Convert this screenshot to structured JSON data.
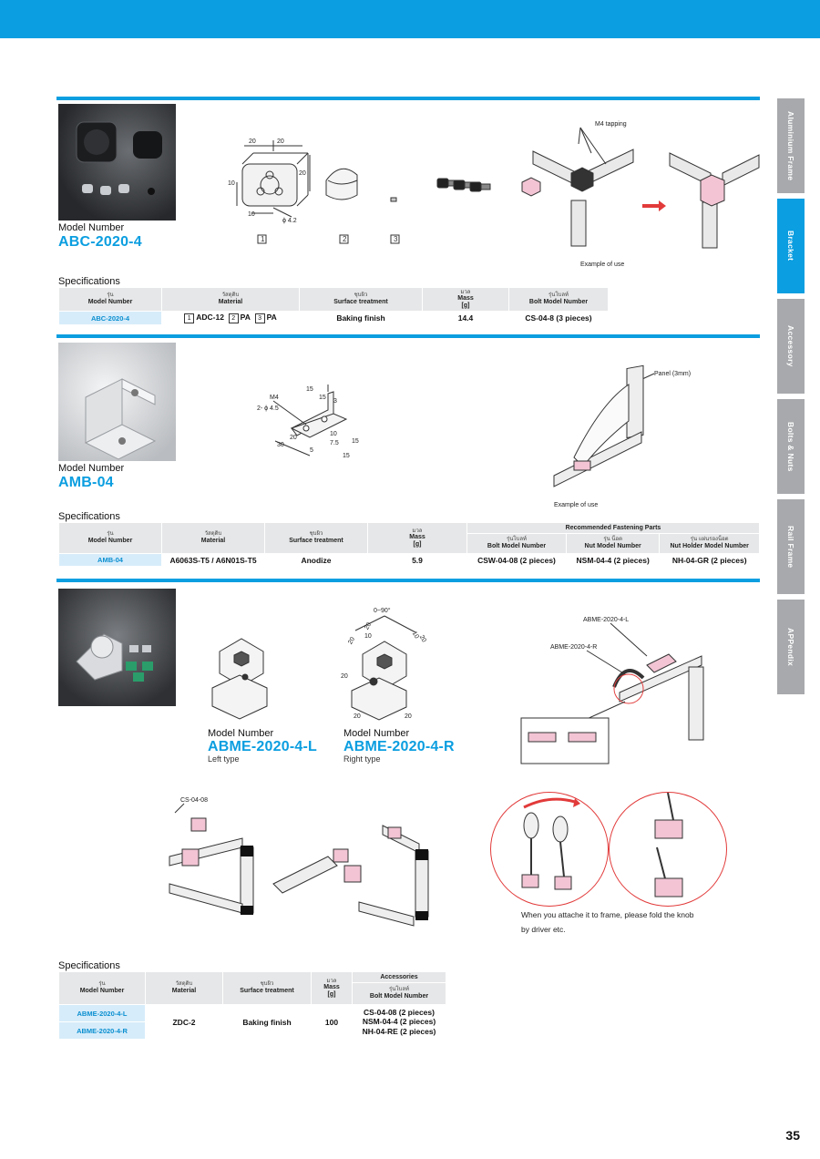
{
  "side_tabs": [
    "Aluminium Frame",
    "Bracket",
    "Accessory",
    "Bolts & Nuts",
    "Rail Frame",
    "APPendix"
  ],
  "active_tab_index": 1,
  "section1": {
    "model_label": "Model Number",
    "model": "ABC-2020-4",
    "part_marks": [
      "1",
      "2",
      "3"
    ],
    "dims": [
      "20",
      "20",
      "20",
      "10",
      "10",
      "ϕ 4.2"
    ],
    "callout": "M4 tapping",
    "example": "Example of use",
    "spec_title": "Specifications",
    "headers": {
      "model_th": "รุ่น",
      "model_en": "Model Number",
      "material_th": "วัสดุดิบ",
      "material_en": "Material",
      "surface_th": "ชุบผิว",
      "surface_en": "Surface treatment",
      "mass_th": "มวล",
      "mass_en": "Mass",
      "mass_unit": "[g]",
      "bolt_th": "รุ่นโบลท์",
      "bolt_en": "Bolt Model Number"
    },
    "row": {
      "model": "ABC-2020-4",
      "material_1": "ADC-12",
      "material_2": "PA",
      "material_3": "PA",
      "surface": "Baking finish",
      "mass": "14.4",
      "bolt": "CS-04-8 (3 pieces)"
    }
  },
  "section2": {
    "model_label": "Model Number",
    "model": "AMB-04",
    "dims": [
      "M4",
      "2- ϕ 4.5",
      "15",
      "15",
      "3",
      "10",
      "7.5",
      "15",
      "15",
      "20",
      "30",
      "5"
    ],
    "callout": "Panel (3mm)",
    "example": "Example of use",
    "spec_title": "Specifications",
    "headers": {
      "model_th": "รุ่น",
      "model_en": "Model Number",
      "material_th": "วัสดุดิบ",
      "material_en": "Material",
      "surface_th": "ชุบผิว",
      "surface_en": "Surface treatment",
      "mass_th": "มวล",
      "mass_en": "Mass",
      "mass_unit": "[g]",
      "group": "Recommended Fastening Parts",
      "bolt_th": "รุ่นโบลท์",
      "bolt_en": "Bolt Model Number",
      "nut_th": "รุ่น น็อต",
      "nut_en": "Nut Model Number",
      "holder_th": "รุ่น แผ่นรองน็อต",
      "holder_en": "Nut Holder Model Number"
    },
    "row": {
      "model": "AMB-04",
      "material": "A6063S-T5 / A6N01S-T5",
      "surface": "Anodize",
      "mass": "5.9",
      "bolt": "CSW-04-08 (2 pieces)",
      "nut": "NSM-04-4 (2 pieces)",
      "holder": "NH-04-GR (2 pieces)"
    }
  },
  "section3": {
    "left_label": "Model Number",
    "left_model": "ABME-2020-4-L",
    "left_type": "Left type",
    "right_label": "Model Number",
    "right_model": "ABME-2020-4-R",
    "right_type": "Right type",
    "dims": [
      "0~90°",
      "20",
      "20",
      "10",
      "10",
      "20",
      "20",
      "20",
      "20"
    ],
    "callout_l": "ABME-2020-4-L",
    "callout_r": "ABME-2020-4-R",
    "callout_cs": "CS-04-08",
    "note_1": "When you attache it to frame, please fold the knob",
    "note_2": "by driver etc.",
    "spec_title": "Specifications",
    "headers": {
      "model_th": "รุ่น",
      "model_en": "Model Number",
      "material_th": "วัสดุดิบ",
      "material_en": "Material",
      "surface_th": "ชุบผิว",
      "surface_en": "Surface treatment",
      "mass_th": "มวล",
      "mass_en": "Mass",
      "mass_unit": "[g]",
      "group": "Accessories",
      "bolt_th": "รุ่นโบลท์",
      "bolt_en": "Bolt Model Number"
    },
    "rows": [
      "ABME-2020-4-L",
      "ABME-2020-4-R"
    ],
    "material": "ZDC-2",
    "surface": "Baking finish",
    "mass": "100",
    "acc_1": "CS-04-08 (2 pieces)",
    "acc_2": "NSM-04-4 (2 pieces)",
    "acc_3": "NH-04-RE (2 pieces)"
  },
  "page_number": "35",
  "colors": {
    "accent": "#0b9ee0",
    "tab_grey": "#a7a9ac",
    "header_grey": "#e6e7e8",
    "row_blue": "#d7ecfa"
  }
}
